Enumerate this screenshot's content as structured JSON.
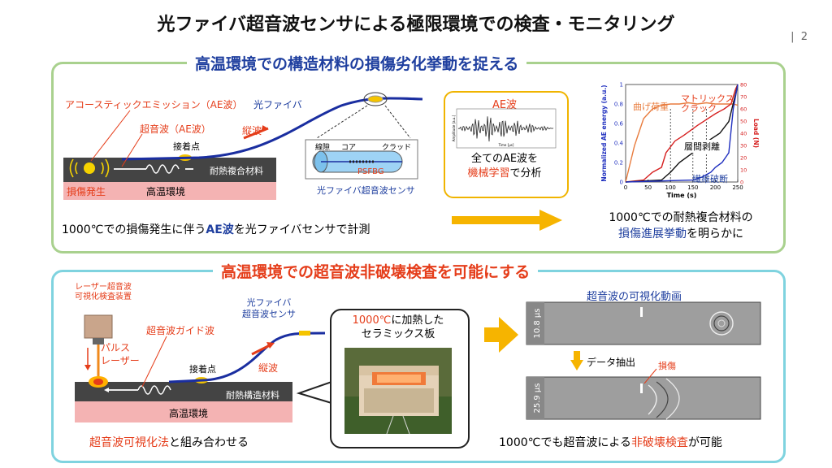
{
  "header": {
    "title": "光ファイバ超音波センサによる極限環境での検査・モニタリング",
    "page_number": "2"
  },
  "section1": {
    "title": "高温環境での構造材料の損傷劣化挙動を捉える",
    "labels": {
      "acoustic_emission": "アコースティックエミッション（AE波）",
      "optical_fiber": "光ファイバ",
      "ultrasonic_ae": "超音波（AE波）",
      "longitudinal": "縦波",
      "joint": "接着点",
      "material": "耐熱複合材料",
      "damage": "損傷発生",
      "environment": "高温環境",
      "core_type": "線隙",
      "core": "コア",
      "cladding": "クラッド",
      "psfbg": "PSFBG",
      "sensor": "光ファイバ超音波センサ"
    },
    "caption_left": {
      "pre": "1000℃での損傷発生に伴う",
      "hl": "AE波",
      "post": "を光ファイバセンサで計測"
    },
    "ae_box": {
      "title": "AE波",
      "line1": "全てのAE波を",
      "hl": "機械学習",
      "line2_post": "で分析",
      "ylabel": "Amplitude [a.u.]",
      "xlabel": "Time [μs]"
    },
    "chart_labels": {
      "bending": "曲げ荷重",
      "matrix_crack_1": "マトリックス",
      "matrix_crack_2": "クラック",
      "delamination": "層間剥離",
      "fiber_break": "繊維破断",
      "xlabel": "Time (s)",
      "ylabel_left": "Normalized AE energy (a.u.)",
      "ylabel_right": "Load (N)"
    },
    "caption_right": {
      "line1": "1000℃での耐熱複合材料の",
      "hl": "損傷進展挙動",
      "line2_post": "を明らかに"
    }
  },
  "section2": {
    "title": "高温環境での超音波非破壊検査を可能にする",
    "labels": {
      "laser_device_1": "レーザー超音波",
      "laser_device_2": "可視化検査装置",
      "pulse_1": "パルス",
      "pulse_2": "レーザー",
      "guided_wave": "超音波ガイド波",
      "optical_fiber": "光ファイバ",
      "sensor": "超音波センサ",
      "joint": "接着点",
      "longitudinal": "縦波",
      "material": "耐熱構造材料",
      "environment": "高温環境"
    },
    "caption_left": {
      "hl": "超音波可視化法",
      "post": "と組み合わせる"
    },
    "bubble": {
      "hl": "1000℃",
      "line1_post": "に加熱した",
      "line2": "セラミックス板"
    },
    "vis_title": "超音波の可視化動画",
    "time1": "10.8 μs",
    "time2": "25.9 μs",
    "extract": "データ抽出",
    "damage": "損傷",
    "caption_right": {
      "pre": "1000℃でも超音波による",
      "hl": "非破壊検査",
      "post": "が可能"
    }
  },
  "colors": {
    "accent_red": "#e53d1a",
    "accent_blue": "#1f3f9f",
    "green_border": "#a9d18e",
    "cyan_border": "#7fd3df",
    "arrow_yellow": "#f6b400"
  },
  "chart_data": {
    "type": "line",
    "xlabel": "Time (s)",
    "ylabel": "Normalized AE energy (a.u.)",
    "y2label": "Load (N)",
    "xlim": [
      0,
      250
    ],
    "ylim": [
      0,
      1
    ],
    "y2lim": [
      0,
      80
    ],
    "x_ticks": [
      0,
      50,
      100,
      150,
      200,
      250
    ],
    "y_ticks": [
      0,
      0.2,
      0.4,
      0.6,
      0.8,
      1
    ],
    "y2_ticks": [
      0,
      10,
      20,
      30,
      40,
      50,
      60,
      70,
      80
    ],
    "series": [
      {
        "name": "曲げ荷重",
        "axis": "right",
        "color": "#e87c3e",
        "x": [
          0,
          20,
          40,
          60,
          80,
          100,
          120,
          140,
          160,
          180,
          200,
          220,
          240,
          250
        ],
        "y": [
          0,
          30,
          52,
          60,
          63,
          64,
          64,
          65,
          64,
          65,
          64,
          64,
          64,
          63
        ]
      },
      {
        "name": "マトリックスクラック",
        "axis": "left",
        "color": "#d61f1f",
        "x": [
          0,
          40,
          60,
          80,
          90,
          110,
          130,
          160,
          180,
          200,
          220,
          235,
          245,
          250
        ],
        "y": [
          0,
          0.02,
          0.1,
          0.15,
          0.3,
          0.42,
          0.48,
          0.58,
          0.64,
          0.7,
          0.75,
          0.8,
          0.95,
          1.0
        ]
      },
      {
        "name": "層間剥離",
        "axis": "left",
        "color": "#111111",
        "x": [
          0,
          80,
          100,
          120,
          150,
          170,
          190,
          210,
          230,
          245,
          250
        ],
        "y": [
          0,
          0.02,
          0.1,
          0.2,
          0.3,
          0.38,
          0.44,
          0.5,
          0.62,
          0.9,
          1.0
        ]
      },
      {
        "name": "繊維破断",
        "axis": "left",
        "color": "#1f2fbf",
        "x": [
          0,
          150,
          170,
          190,
          200,
          215,
          230,
          240,
          250
        ],
        "y": [
          0,
          0.02,
          0.05,
          0.1,
          0.15,
          0.2,
          0.3,
          0.75,
          1.0
        ]
      }
    ]
  }
}
